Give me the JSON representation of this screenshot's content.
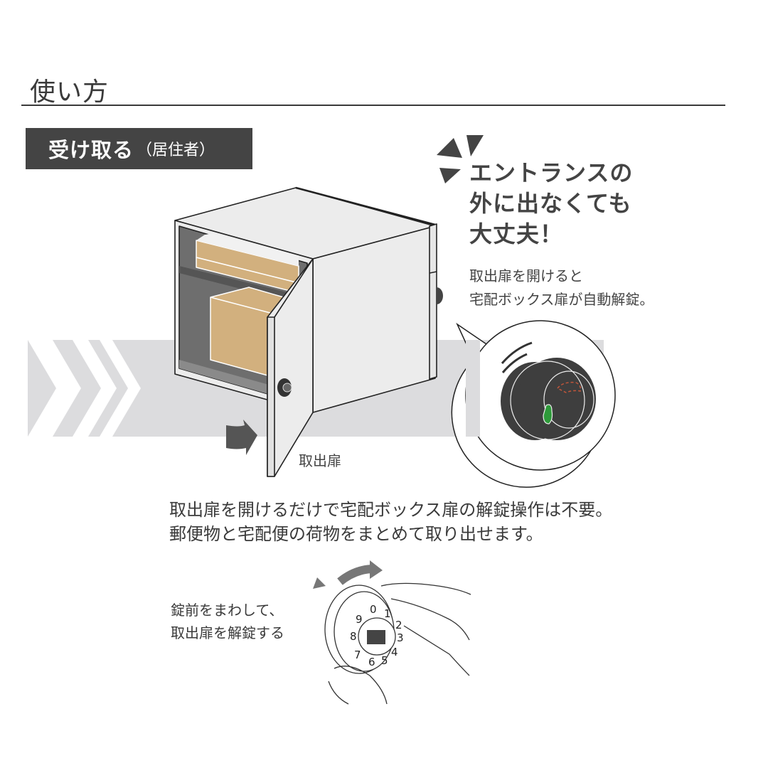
{
  "page": {
    "title": "使い方"
  },
  "section": {
    "tag_main": "受け取る",
    "tag_sub": "（居住者）"
  },
  "callout": {
    "headline_lines": [
      "エントランスの",
      "外に出なくても",
      "大丈夫！"
    ],
    "note_lines": [
      "取出扉を開けると",
      "宅配ボックス扉が自動解錠。"
    ]
  },
  "illustration": {
    "door_label": "取出扉",
    "colors": {
      "band": "#dcdcde",
      "box_body": "#ececec",
      "interior": "#6e6e6e",
      "parcel": "#d2b07e",
      "dark": "#444444",
      "indicator_green": "#2e9a3a",
      "indicator_red": "#c0553a"
    }
  },
  "description": {
    "lines": [
      "取出扉を開けるだけで宅配ボックス扉の解錠操作は不要。",
      "郵便物と宅配便の荷物をまとめて取り出せます。"
    ]
  },
  "dial": {
    "caption_lines": [
      "錠前をまわして、",
      "取出扉を解錠する"
    ],
    "digits": [
      "0",
      "1",
      "2",
      "3",
      "4",
      "5",
      "6",
      "7",
      "8",
      "9"
    ]
  }
}
